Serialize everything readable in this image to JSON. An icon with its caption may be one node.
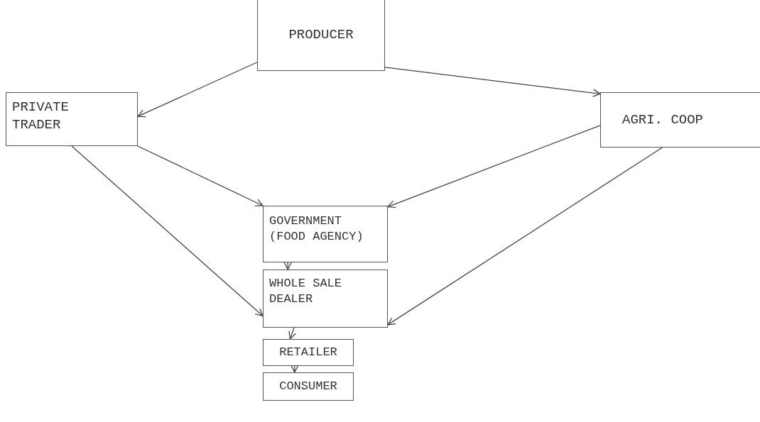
{
  "diagram": {
    "nodes": [
      {
        "text": [
          "PRODUCER"
        ]
      },
      {
        "text": [
          "PRIVATE TRADER"
        ]
      },
      {
        "text": [
          "AGRI. COOP"
        ]
      },
      {
        "text": [
          "GOVERNMENT (FOOD AGENCY)"
        ]
      },
      {
        "text": [
          "WHOLE SALE DEALER"
        ]
      },
      {
        "text": [
          "RETAILER"
        ]
      },
      {
        "text": [
          "CONSUMER"
        ]
      }
    ],
    "edges": [
      {
        "from": 0,
        "to": 1,
        "arrow": "to"
      },
      {
        "from": 0,
        "to": 2,
        "arrow": "to"
      },
      {
        "from": 1,
        "to": 3,
        "arrow": "to"
      },
      {
        "from": 2,
        "to": 3,
        "arrow": "to"
      },
      {
        "from": 1,
        "to": 4,
        "arrow": "to"
      },
      {
        "from": 2,
        "to": 4,
        "arrow": "to"
      },
      {
        "from": 3,
        "to": 4,
        "arrow": "to"
      },
      {
        "from": 4,
        "to": 5,
        "arrow": "to"
      },
      {
        "from": 5,
        "to": 6,
        "arrow": "to"
      }
    ]
  }
}
